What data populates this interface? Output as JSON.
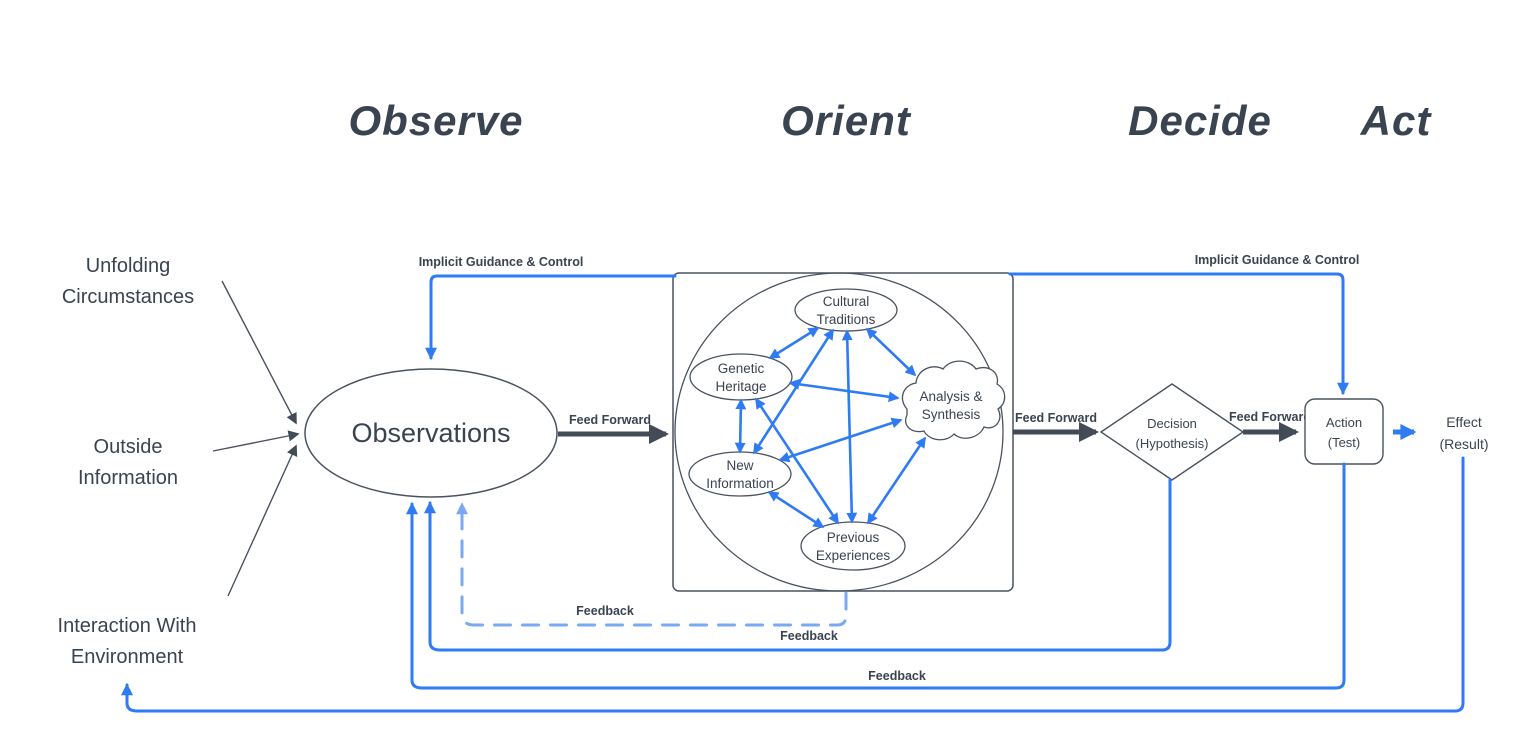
{
  "phases": {
    "observe": "Observe",
    "orient": "Orient",
    "decide": "Decide",
    "act": "Act"
  },
  "inputs": {
    "unfolding_line1": "Unfolding",
    "unfolding_line2": "Circumstances",
    "outside_line1": "Outside",
    "outside_line2": "Information",
    "interaction_line1": "Interaction With",
    "interaction_line2": "Environment"
  },
  "nodes": {
    "observations": "Observations",
    "cultural_line1": "Cultural",
    "cultural_line2": "Traditions",
    "genetic_line1": "Genetic",
    "genetic_line2": "Heritage",
    "analysis_line1": "Analysis &",
    "analysis_line2": "Synthesis",
    "new_info_line1": "New",
    "new_info_line2": "Information",
    "previous_line1": "Previous",
    "previous_line2": "Experiences",
    "decision_line1": "Decision",
    "decision_line2": "(Hypothesis)",
    "action_line1": "Action",
    "action_line2": "(Test)",
    "effect_line1": "Effect",
    "effect_line2": "(Result)"
  },
  "labels": {
    "feed_forward": "Feed Forward",
    "implicit_guidance": "Implicit Guidance & Control",
    "feedback": "Feedback"
  },
  "colors": {
    "ink": "#3a4350",
    "outline": "#4a5260",
    "blue": "#2e7bf3",
    "light_blue": "#7aa9f4",
    "dark_arrow": "#434b57"
  }
}
